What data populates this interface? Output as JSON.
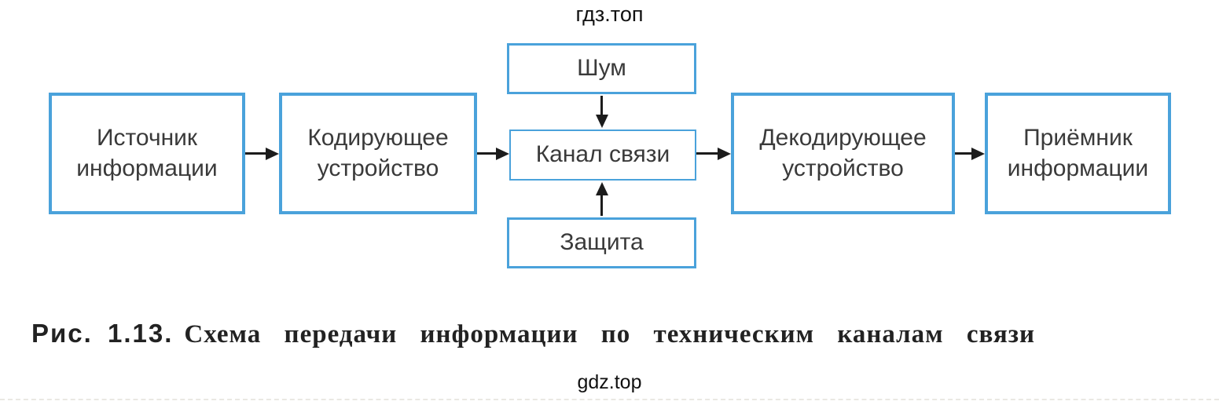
{
  "watermarks": {
    "top": "гдз.топ",
    "bottom": "gdz.top"
  },
  "diagram": {
    "type": "flowchart",
    "nodes": {
      "source": {
        "label": "Источник информации"
      },
      "encoder": {
        "label": "Кодирующее устройство"
      },
      "noise": {
        "label": "Шум"
      },
      "channel": {
        "label": "Канал связи"
      },
      "protection": {
        "label": "Защита"
      },
      "decoder": {
        "label": "Декодирующее устройство"
      },
      "receiver": {
        "label": "Приёмник информации"
      }
    },
    "arrows": [
      {
        "from": "source",
        "to": "encoder",
        "direction": "right"
      },
      {
        "from": "encoder",
        "to": "channel",
        "direction": "right"
      },
      {
        "from": "noise",
        "to": "channel",
        "direction": "down"
      },
      {
        "from": "protection",
        "to": "channel",
        "direction": "up"
      },
      {
        "from": "channel",
        "to": "decoder",
        "direction": "right"
      },
      {
        "from": "decoder",
        "to": "receiver",
        "direction": "right"
      }
    ],
    "colors": {
      "box_border": "#4aa2db",
      "arrow": "#1c1c1c",
      "label_text": "#3a3a3a",
      "background": "#ffffff"
    }
  },
  "caption": {
    "label": "Рис. 1.13.",
    "text": "Схема передачи информации по техническим каналам связи"
  }
}
